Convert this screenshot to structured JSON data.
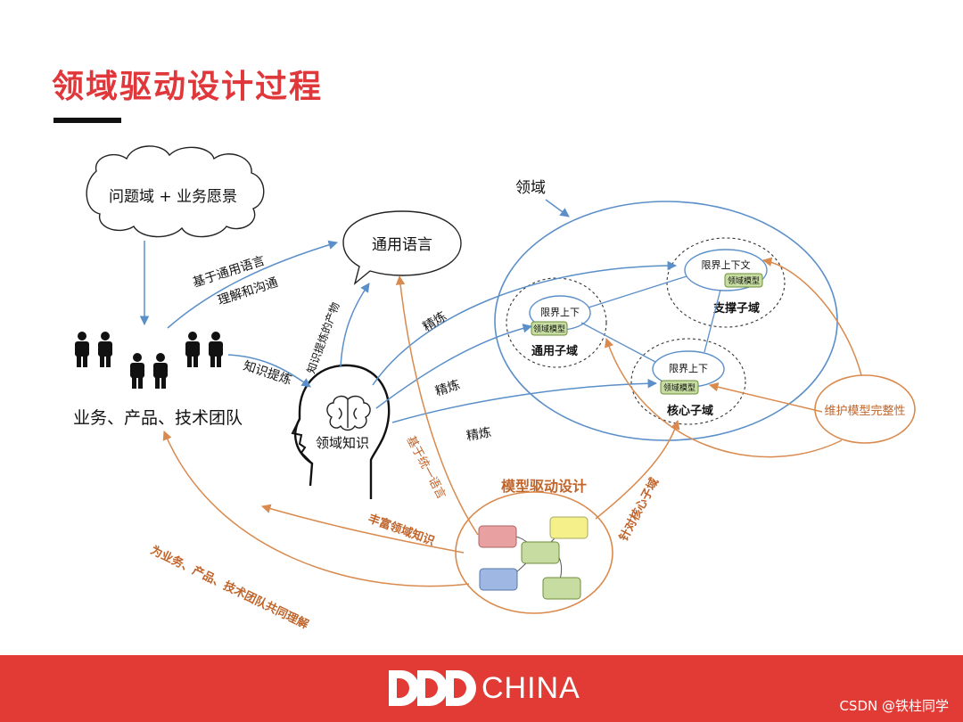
{
  "slide": {
    "title": "领域驱动设计过程",
    "footer_logo_text": "CHINA",
    "watermark": "CSDN @铁柱同学"
  },
  "diagram": {
    "problem_cloud": "问题域 + 业务愿景",
    "team_label": "业务、产品、技术团队",
    "ubiquitous_language": "通用语言",
    "domain_knowledge": "领域知识",
    "domain_label": "领域",
    "subdomains": {
      "supporting": {
        "context": "限界上下文",
        "model": "领域模型",
        "name": "支撑子域"
      },
      "generic": {
        "context": "限界上下",
        "model": "领域模型",
        "name": "通用子域"
      },
      "core": {
        "context": "限界上下",
        "model": "领域模型",
        "name": "核心子域"
      }
    },
    "model_driven_design": "模型驱动设计",
    "maintain_model": "维护模型完整性",
    "edge_labels": {
      "understand_1": "基于通用语言",
      "understand_2": "理解和沟通",
      "extract": "知识提炼",
      "product_of": "知识提炼的产物",
      "refine_1": "精炼",
      "refine_2": "精炼",
      "refine_3": "精炼",
      "based_on_language": "基于统一语言",
      "enrich": "丰富领域知识",
      "shared_understanding": "为业务、产品、技术团队共同理解",
      "for_core": "针对核心子域"
    }
  },
  "colors": {
    "accent_red": "#e0373b",
    "blue_line": "#5b8fc9",
    "orange_line": "#d98a4e",
    "orange_text": "#c0642a",
    "green_box": "#c6dca1",
    "red_box": "#e8a0a0",
    "yellow_box": "#f5f08a",
    "blue_box": "#9fb8e3"
  }
}
